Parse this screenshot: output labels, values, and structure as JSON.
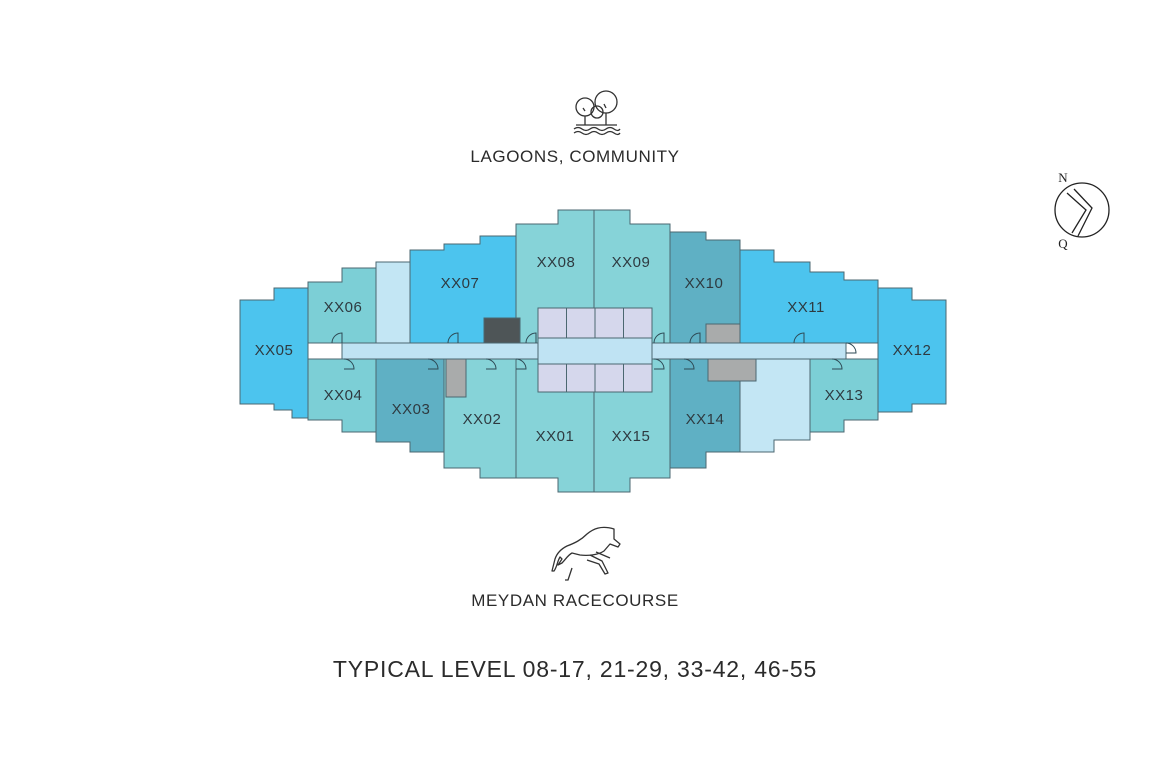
{
  "top_landmark": {
    "label": "LAGOONS, COMMUNITY",
    "icon": "trees-lagoon-icon"
  },
  "bottom_landmark": {
    "label": "MEYDAN RACECOURSE",
    "icon": "horse-icon"
  },
  "level_title": "TYPICAL LEVEL 08-17, 21-29, 33-42, 46-55",
  "compass": {
    "north": "N",
    "south": "Q"
  },
  "units": [
    "XX01",
    "XX02",
    "XX03",
    "XX04",
    "XX05",
    "XX06",
    "XX07",
    "XX08",
    "XX09",
    "XX10",
    "XX11",
    "XX12",
    "XX13",
    "XX14",
    "XX15"
  ],
  "colors": {
    "bright_blue": "#4cc4ee",
    "teal_light": "#86d3d8",
    "teal_mid": "#7cc9d0",
    "teal_dark": "#5fb0c4",
    "pale_blue": "#c3e6f4",
    "corridor": "#bfe3f3",
    "lift_core": "#d5d7ec",
    "dark_core": "#4e5557",
    "grey_core": "#a9abab"
  }
}
